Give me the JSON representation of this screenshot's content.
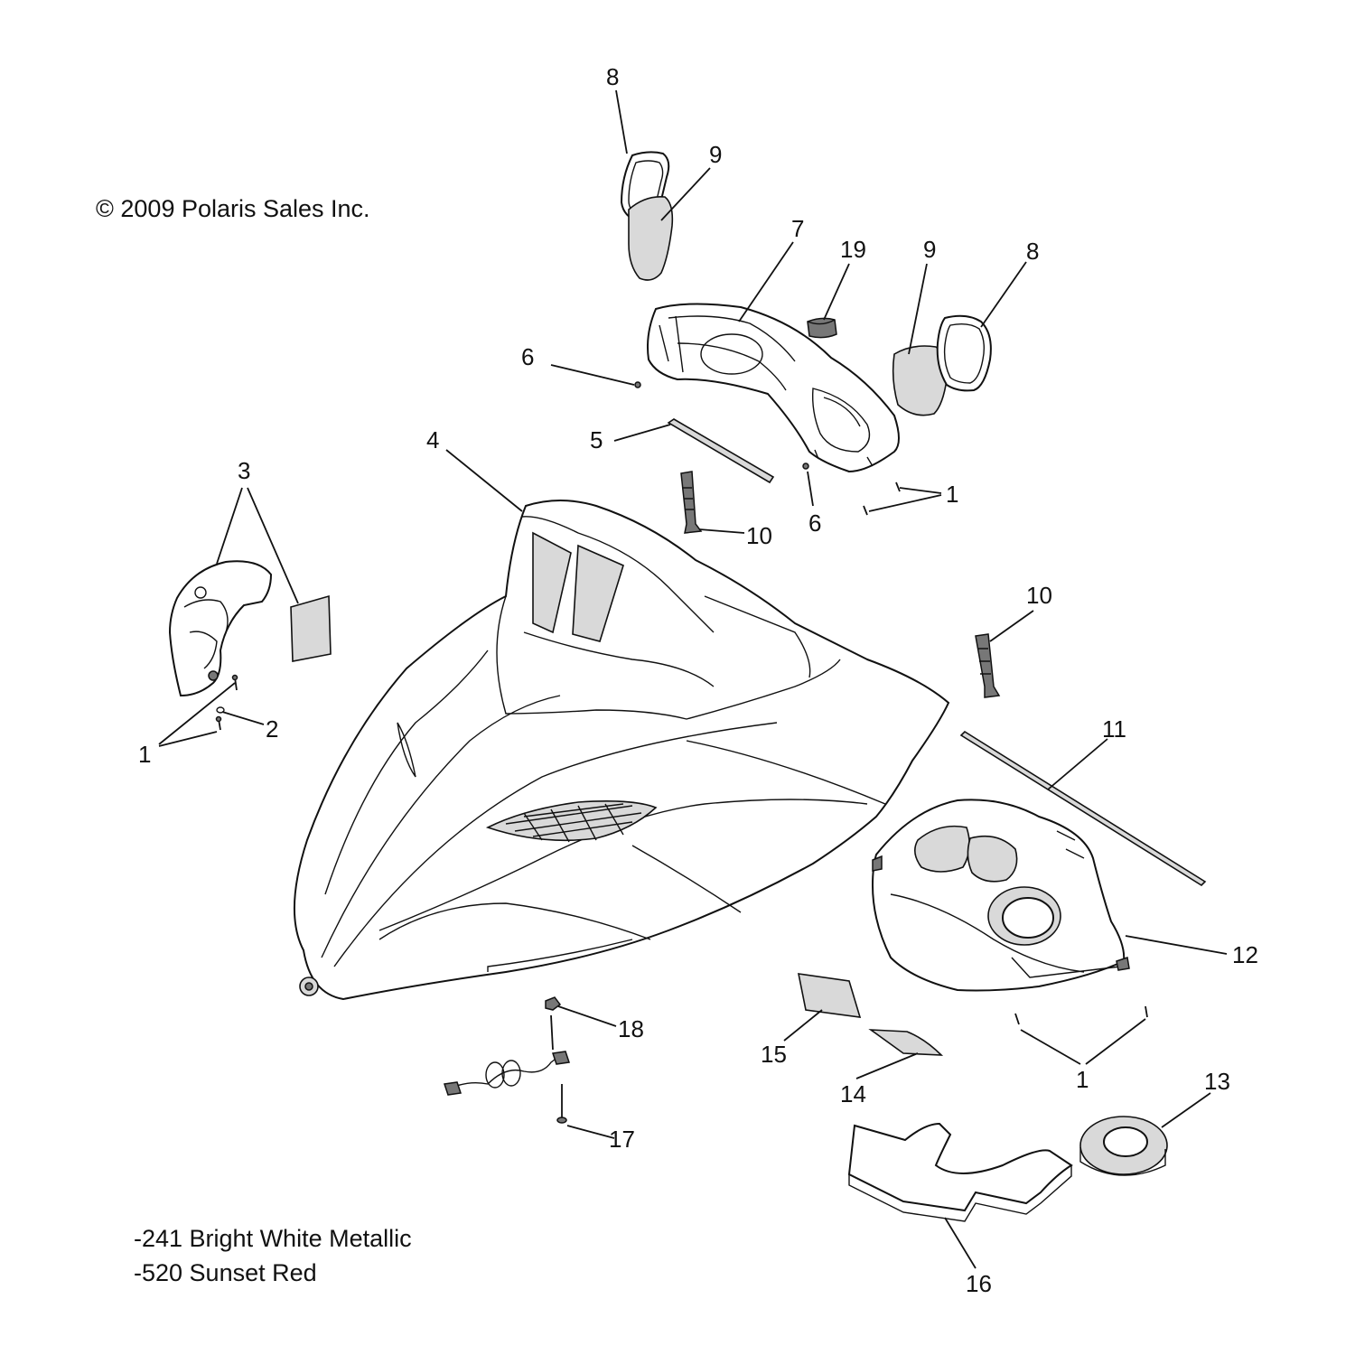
{
  "copyright": "© 2009 Polaris Sales Inc.",
  "color_options": [
    "-241 Bright White Metallic",
    "-520 Sunset Red"
  ],
  "callouts": [
    {
      "id": "c-8a",
      "text": "8"
    },
    {
      "id": "c-9a",
      "text": "9"
    },
    {
      "id": "c-7",
      "text": "7"
    },
    {
      "id": "c-19",
      "text": "19"
    },
    {
      "id": "c-9b",
      "text": "9"
    },
    {
      "id": "c-8b",
      "text": "8"
    },
    {
      "id": "c-6a",
      "text": "6"
    },
    {
      "id": "c-5",
      "text": "5"
    },
    {
      "id": "c-4",
      "text": "4"
    },
    {
      "id": "c-3",
      "text": "3"
    },
    {
      "id": "c-6b",
      "text": "6"
    },
    {
      "id": "c-1a",
      "text": "1"
    },
    {
      "id": "c-10a",
      "text": "10"
    },
    {
      "id": "c-10b",
      "text": "10"
    },
    {
      "id": "c-2",
      "text": "2"
    },
    {
      "id": "c-1b",
      "text": "1"
    },
    {
      "id": "c-11",
      "text": "11"
    },
    {
      "id": "c-12",
      "text": "12"
    },
    {
      "id": "c-18",
      "text": "18"
    },
    {
      "id": "c-15",
      "text": "15"
    },
    {
      "id": "c-14",
      "text": "14"
    },
    {
      "id": "c-1c",
      "text": "1"
    },
    {
      "id": "c-13",
      "text": "13"
    },
    {
      "id": "c-17",
      "text": "17"
    },
    {
      "id": "c-16",
      "text": "16"
    }
  ]
}
